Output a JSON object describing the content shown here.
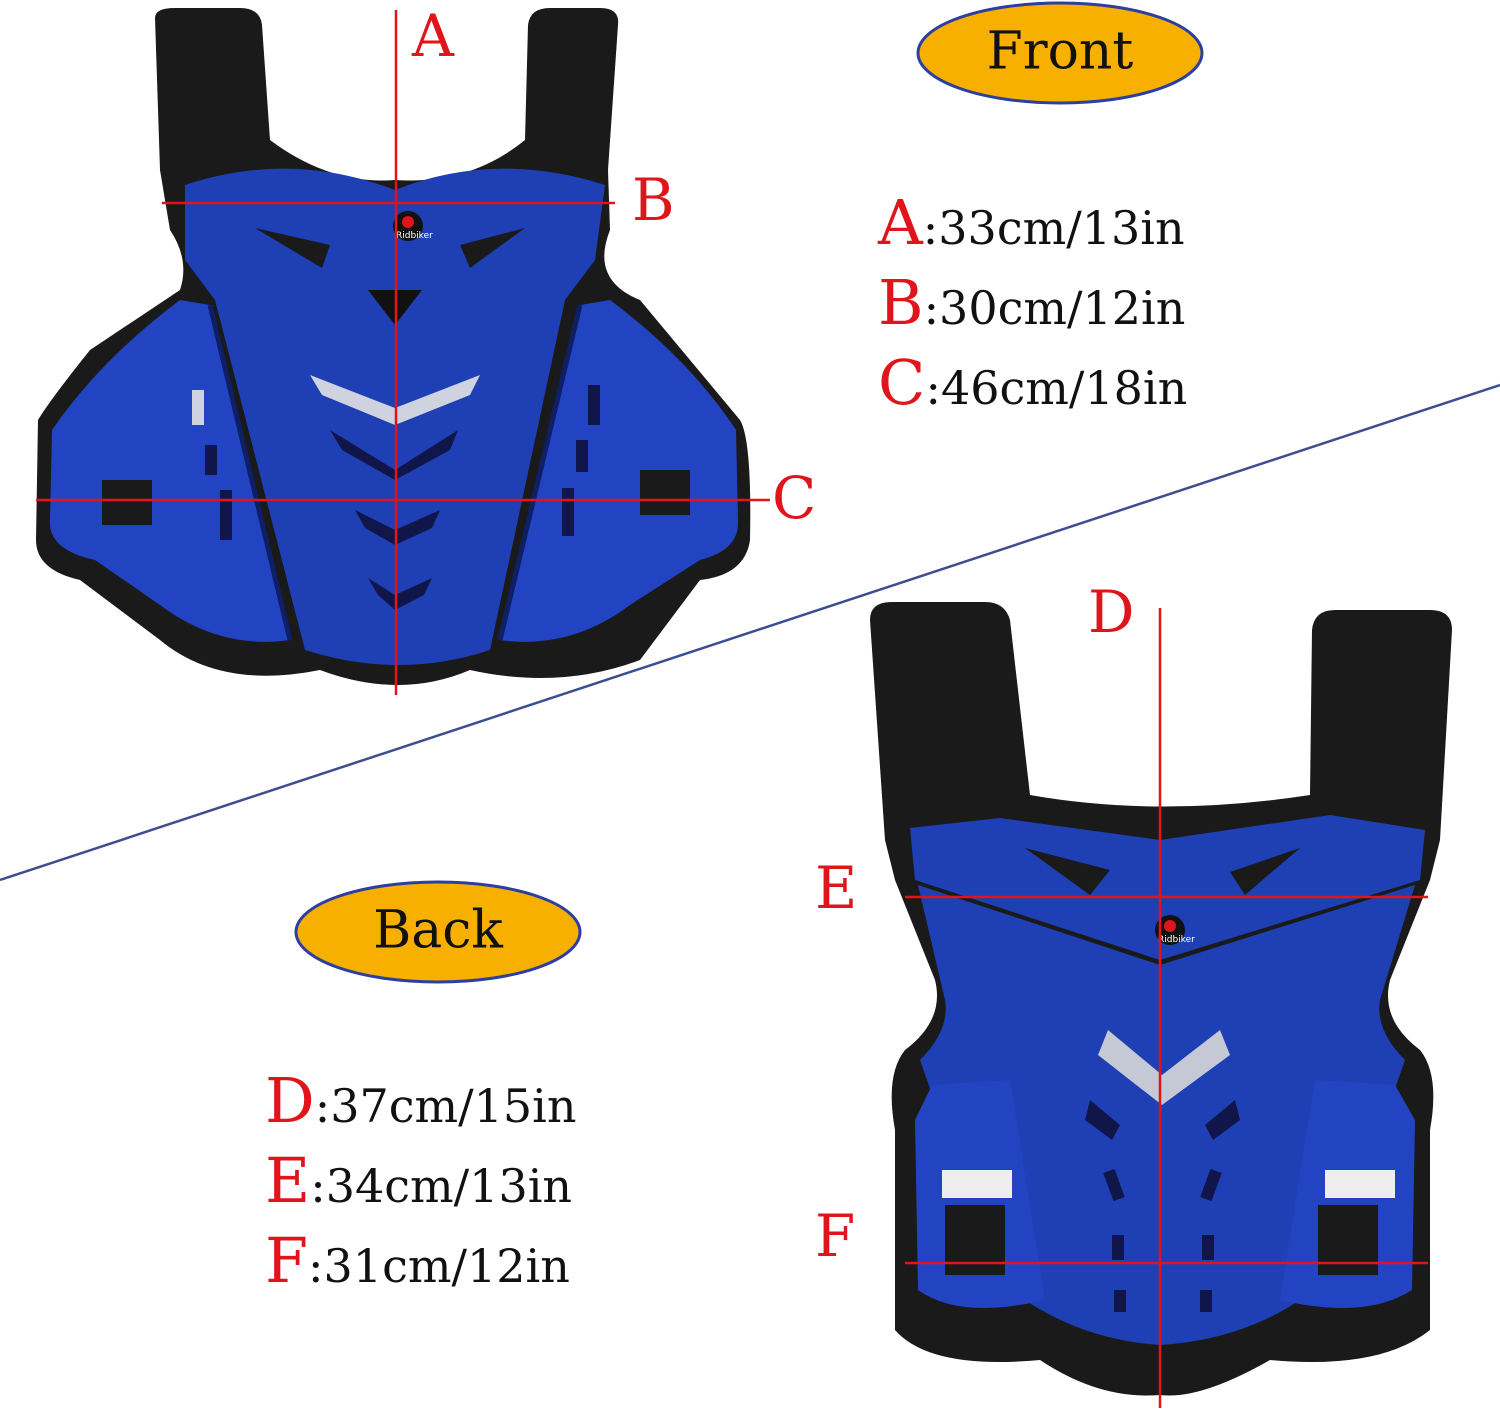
{
  "front": {
    "label": "Front",
    "line_labels": {
      "a": "A",
      "b": "B",
      "c": "C"
    },
    "specs": [
      {
        "letter": "A",
        "value": ":33cm/13in"
      },
      {
        "letter": "B",
        "value": ":30cm/12in"
      },
      {
        "letter": "C",
        "value": ":46cm/18in"
      }
    ]
  },
  "back": {
    "label": "Back",
    "line_labels": {
      "d": "D",
      "e": "E",
      "f": "F"
    },
    "specs": [
      {
        "letter": "D",
        "value": ":37cm/15in"
      },
      {
        "letter": "E",
        "value": ":34cm/13in"
      },
      {
        "letter": "F",
        "value": ":31cm/12in"
      }
    ]
  },
  "brand": {
    "logo_text": "Ridbiker"
  },
  "colors": {
    "vest_blue": "#1f3fb5",
    "vest_shadow": "#12267a",
    "padding_black": "#1a1a1a",
    "measure_red": "#e0141b",
    "pill_fill": "#f7b000",
    "pill_border": "#2c3fa0",
    "divider": "#3c4e90"
  }
}
